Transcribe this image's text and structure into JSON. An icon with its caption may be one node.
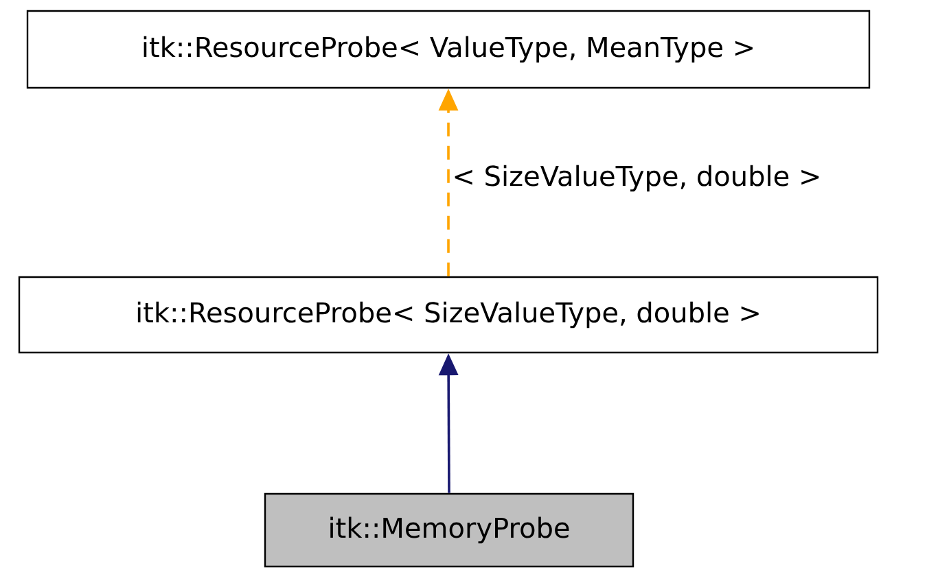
{
  "diagram": {
    "nodes": [
      {
        "text": [
          "itk::ResourceProbe< ValueType, MeanType >"
        ]
      },
      {
        "text": [
          "itk::ResourceProbe< SizeValueType, double >"
        ]
      },
      {
        "text": [
          "itk::MemoryProbe"
        ]
      }
    ],
    "edges": [
      {
        "from": 1,
        "to": 0,
        "arrow": "to",
        "style": "dashed",
        "color": "#ffa500",
        "label": "< SizeValueType, double >"
      },
      {
        "from": 2,
        "to": 1,
        "arrow": "to",
        "color": "#191970"
      }
    ]
  }
}
